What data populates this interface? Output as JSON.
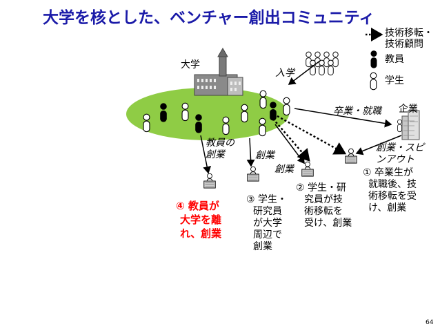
{
  "title": "大学を核とした、ベンチャー創出コミュニティ",
  "legend": {
    "transfer_line1": "技術移転・",
    "transfer_line2": "技術顧問",
    "faculty": "教員",
    "student": "学生"
  },
  "labels": {
    "university": "大学",
    "enrollment": "入学",
    "company": "企業",
    "graduation": "卒業・就職",
    "faculty_startup_line1": "教員の",
    "faculty_startup_line2": "創業",
    "startup_a": "創業",
    "startup_b": "創業",
    "spinout_line1": "創業・スピ",
    "spinout_line2": "ンアウト"
  },
  "cases": {
    "case1": [
      "① 卒業生が",
      "就職後、技",
      "術移転を受",
      "け、創業"
    ],
    "case2": [
      "② 学生・研",
      "究員が技",
      "術移転を",
      "受け、創業"
    ],
    "case3": [
      "③ 学生・",
      "研究員",
      "が大学",
      "周辺で",
      "創業"
    ],
    "case4": [
      "④ 教員が",
      "大学を離",
      "れ、創業"
    ]
  },
  "page_number": "64",
  "colors": {
    "title": "#1a1aa8",
    "ellipse_fill": "#8fcc45",
    "highlight": "#ff0000"
  }
}
